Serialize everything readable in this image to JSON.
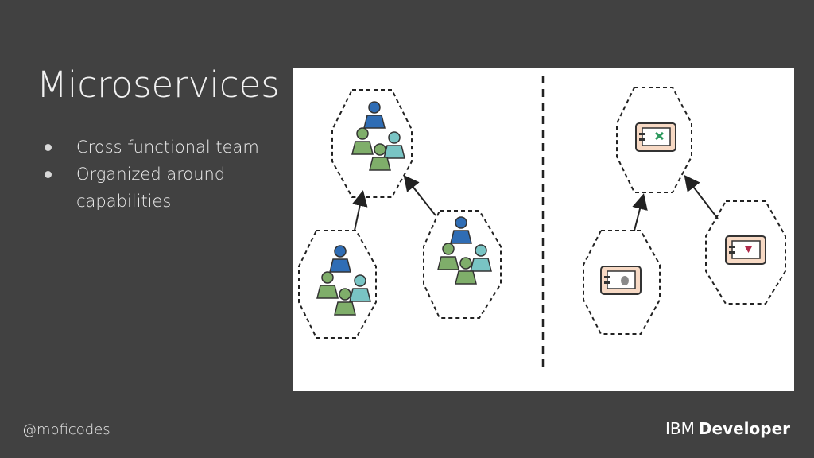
{
  "slide": {
    "title": "Microservices",
    "bullets": [
      "Cross functional team",
      "Organized around capabilities"
    ]
  },
  "footer": {
    "handle": "@moficodes",
    "brand": "IBM",
    "product": "Developer"
  },
  "colors": {
    "background": "#414141",
    "person_dark_blue": "#2f6db5",
    "person_green": "#7fae6a",
    "person_teal": "#79c4c4",
    "component_fill": "#f7d9c4",
    "icon_green": "#2e9a5e",
    "icon_gray": "#8a8a8a",
    "icon_red": "#b02a4a"
  },
  "diagram": {
    "left_panel": "team-hexagons",
    "right_panel": "component-hexagons"
  }
}
